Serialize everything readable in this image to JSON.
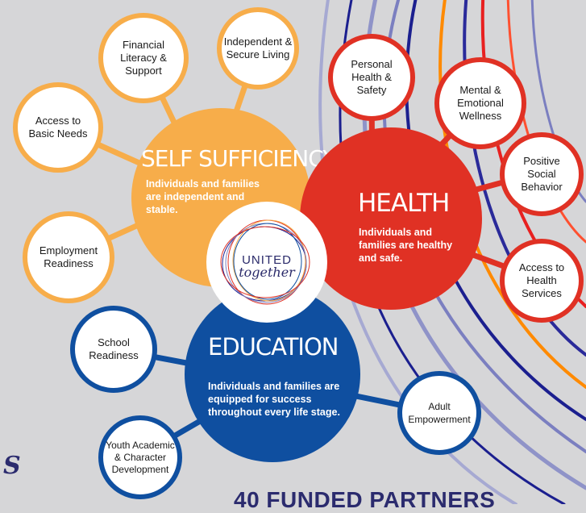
{
  "hubs": {
    "self_sufficiency": {
      "title": "SELF SUFFICIENCY",
      "desc": "Individuals and families are independent and stable."
    },
    "health": {
      "title": "HEALTH",
      "desc": "Individuals and families are healthy and safe."
    },
    "education": {
      "title": "EDUCATION",
      "desc": "Individuals and families are equipped for success throughout every life stage."
    }
  },
  "self_sufficiency_nodes": {
    "financial": "Financial Literacy & Support",
    "independent": "Independent & Secure Living",
    "basic_needs": "Access to Basic Needs",
    "employment": "Employment Readiness"
  },
  "health_nodes": {
    "personal": "Personal Health & Safety",
    "mental": "Mental & Emotional Wellness",
    "positive": "Positive Social Behavior",
    "access": "Access to Health Services"
  },
  "education_nodes": {
    "school": "School Readiness",
    "youth": "Youth Academic & Character Development",
    "adult": "Adult Empowerment"
  },
  "logo": {
    "line1": "UNITED",
    "line2": "together"
  },
  "footer": {
    "partners": "40 FUNDED PARTNERS",
    "left_letter": "S"
  },
  "colors": {
    "yellow": "#f7ad4a",
    "red": "#e03124",
    "blue": "#0f4fa0",
    "navy": "#2b2b6e",
    "background": "#d6d6d8"
  },
  "icons": [
    "circle-logo-icon"
  ]
}
